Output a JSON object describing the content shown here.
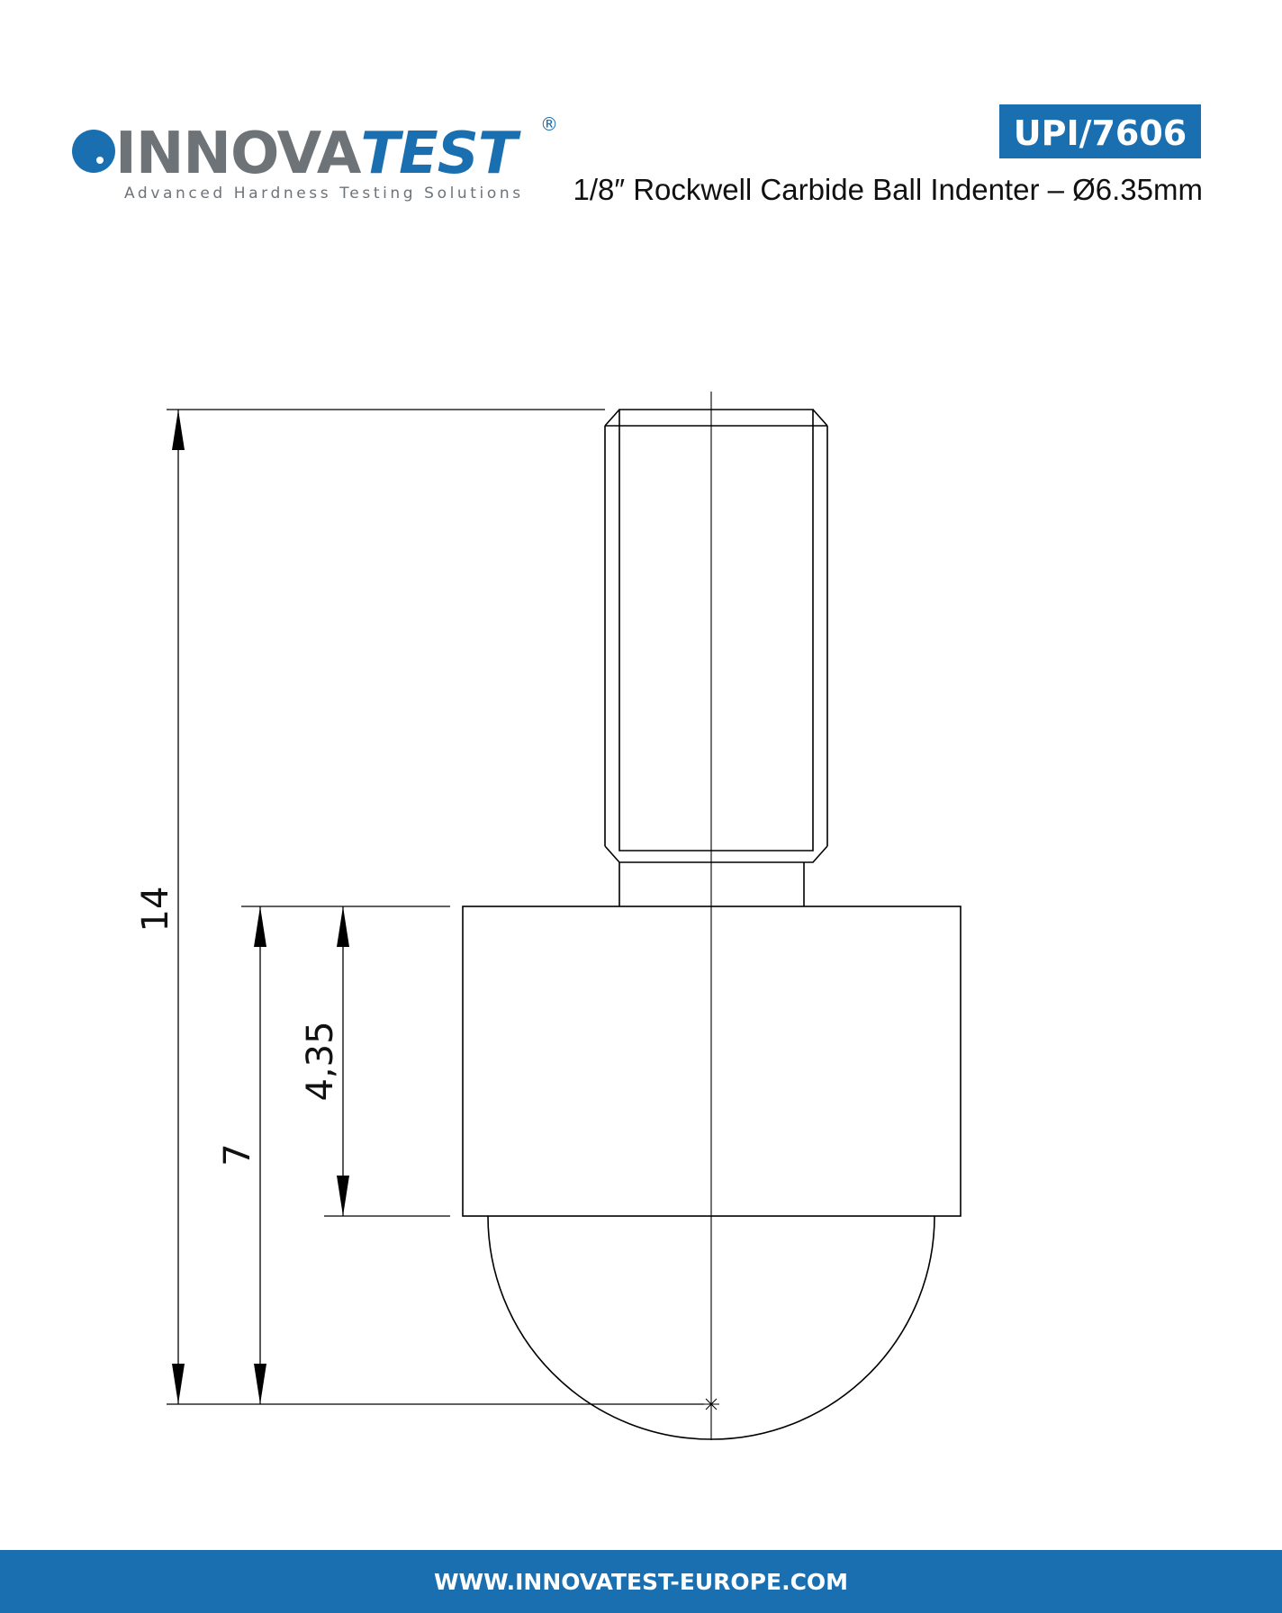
{
  "header": {
    "logo": {
      "brand_part1": "INNOVA",
      "brand_part2": "TEST",
      "registered_mark": "®",
      "tagline": "Advanced Hardness Testing Solutions"
    },
    "product_code": "UPI/7606",
    "product_title": "1/8″ Rockwell Carbide Ball Indenter – Ø6.35mm"
  },
  "drawing": {
    "dimensions": {
      "overall_height": "14",
      "ball_height": "7",
      "body_height": "4,35"
    }
  },
  "footer": {
    "url": "WWW.INNOVATEST-EUROPE.COM"
  },
  "colors": {
    "brand_blue": "#1a6fb0",
    "brand_gray": "#6e7378"
  }
}
